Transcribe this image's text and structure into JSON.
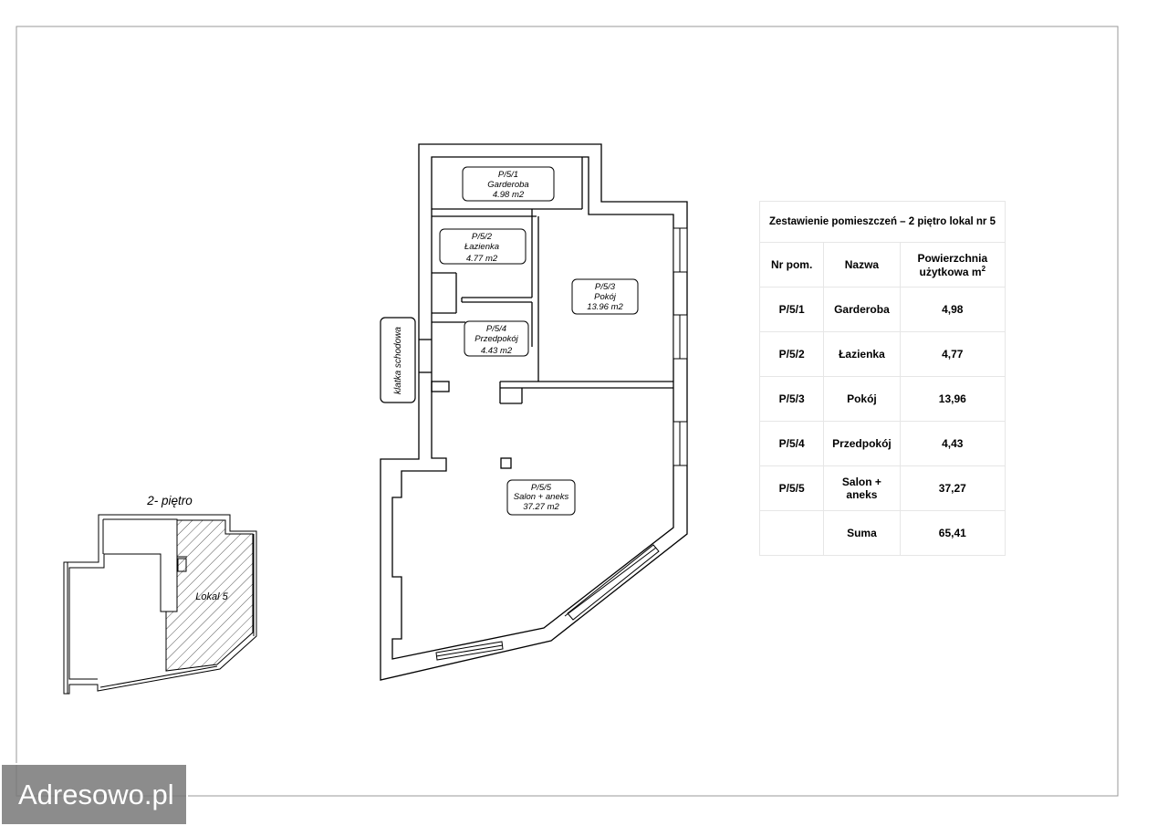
{
  "rooms": [
    {
      "code": "P/5/1",
      "name": "Garderoba",
      "area": "4.98 m2"
    },
    {
      "code": "P/5/2",
      "name": "Łazienka",
      "area": "4.77 m2"
    },
    {
      "code": "P/5/3",
      "name": "Pokój",
      "area": "13.96 m2"
    },
    {
      "code": "P/5/4",
      "name": "Przedpokój",
      "area": "4.43 m2"
    },
    {
      "code": "P/5/5",
      "name": "Salon + aneks",
      "area": "37.27 m2"
    }
  ],
  "stair_label": "klatka schodowa",
  "key_plan": {
    "floor_title": "2- piętro",
    "unit_label": "Lokal 5"
  },
  "schedule": {
    "title": "Zestawienie pomieszczeń – 2 piętro lokal nr 5",
    "headers": {
      "nr": "Nr pom.",
      "name": "Nazwa",
      "area_line1": "Powierzchnia",
      "area_line2": "użytkowa m",
      "area_sup": "2"
    },
    "rows": [
      {
        "nr": "P/5/1",
        "name": "Garderoba",
        "area": "4,98"
      },
      {
        "nr": "P/5/2",
        "name": "Łazienka",
        "area": "4,77"
      },
      {
        "nr": "P/5/3",
        "name": "Pokój",
        "area": "13,96"
      },
      {
        "nr": "P/5/4",
        "name": "Przedpokój",
        "area": "4,43"
      },
      {
        "nr": "P/5/5",
        "name": "Salon + aneks",
        "area": "37,27"
      }
    ],
    "sum_label": "Suma",
    "sum_value": "65,41"
  },
  "watermark": "Adresowo.pl"
}
